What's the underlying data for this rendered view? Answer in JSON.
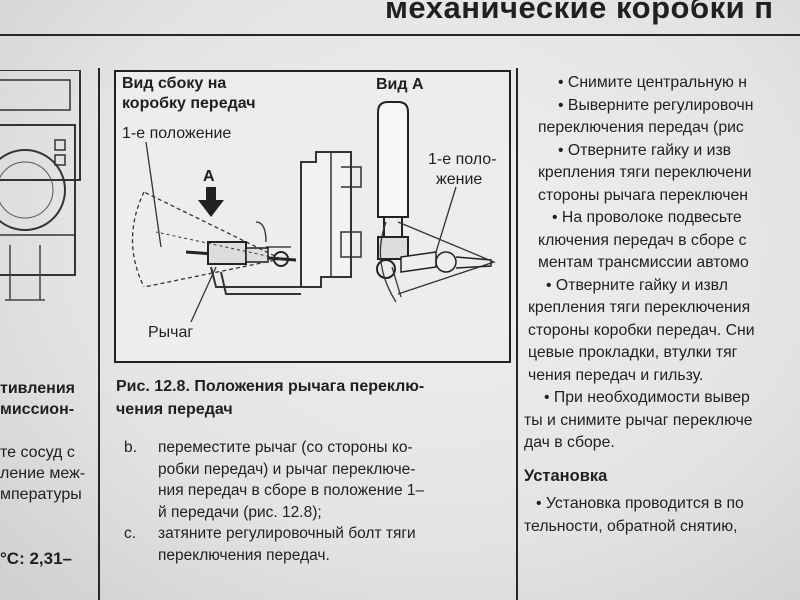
{
  "header": {
    "title": "механические коробки п"
  },
  "left_column": {
    "lines": [
      {
        "text": "тивления",
        "bold": true
      },
      {
        "text": "миссион-",
        "bold": true
      },
      {
        "text": "",
        "bold": false
      },
      {
        "text": "те сосуд с",
        "bold": false
      },
      {
        "text": "ление меж-",
        "bold": false
      },
      {
        "text": "мпературы",
        "bold": false
      },
      {
        "text": "",
        "bold": false
      },
      {
        "text": "",
        "bold": false
      },
      {
        "text": "°С: 2,31–",
        "bold": true
      }
    ]
  },
  "figure": {
    "label_side_view_1": "Вид сбоку на",
    "label_side_view_2": "коробку передач",
    "label_position_left": "1-е положение",
    "label_arrow": "A",
    "label_lever": "Рычаг",
    "label_view_a": "Вид А",
    "label_position_right_1": "1-е поло-",
    "label_position_right_2": "жение",
    "caption_lines": [
      "Рис. 12.8. Положения рычага переклю-",
      "чения передач"
    ]
  },
  "steps": [
    {
      "marker": "b.",
      "lines": [
        "переместите рычаг (со стороны ко-",
        "робки передач) и рычаг переключе-",
        "ния передач в сборе в положение 1–",
        "й передачи (рис. 12.8);"
      ]
    },
    {
      "marker": "c.",
      "lines": [
        "затяните регулировочный болт тяги",
        "переключения передач."
      ]
    }
  ],
  "right_column": {
    "paragraphs": [
      {
        "lines": [
          "• Снимите центральную н"
        ]
      },
      {
        "lines": [
          "• Выверните регулировочн",
          "переключения передач (рис"
        ]
      },
      {
        "lines": [
          "• Отверните гайку и изв",
          "крепления тяги переключени",
          "стороны рычага переключен"
        ]
      },
      {
        "lines": [
          "• На проволоке подвесьте",
          "ключения передач в сборе с",
          "ментам трансмиссии автомо"
        ]
      },
      {
        "lines": [
          "• Отверните гайку и извл",
          "крепления тяги переключения",
          "стороны коробки передач. Сни",
          "цевые прокладки, втулки тяг",
          "чения передач и гильзу."
        ]
      },
      {
        "lines": [
          "• При необходимости вывер",
          "ты и снимите рычаг переключе",
          "дач в сборе."
        ]
      }
    ],
    "heading": "Установка",
    "final_lines": [
      "• Установка проводится в по",
      "тельности, обратной снятию,"
    ]
  }
}
